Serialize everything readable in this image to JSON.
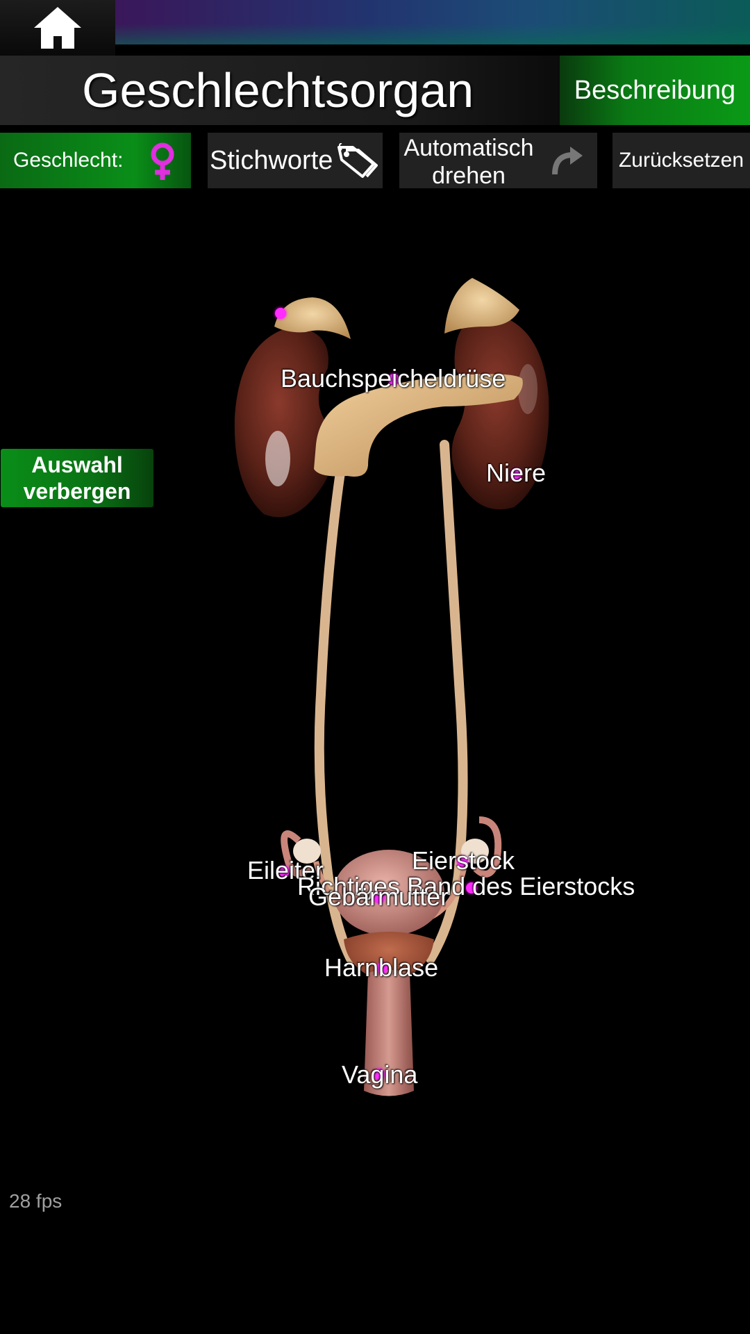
{
  "header": {
    "home_icon": "home-icon",
    "title": "Geschlechtsorgan",
    "description_button": "Beschreibung"
  },
  "toolbar": {
    "gender_label": "Geschlecht:",
    "gender_icon": "female-symbol-icon",
    "gender_icon_color": "#e02ee0",
    "tags_label": "Stichworte",
    "tags_icon": "tag-icon",
    "autorotate_label_line1": "Automatisch",
    "autorotate_label_line2": "drehen",
    "autorotate_icon": "rotate-arrow-icon",
    "reset_label": "Zurücksetzen"
  },
  "side": {
    "hide_selection_line1": "Auswahl",
    "hide_selection_line2": "verbergen"
  },
  "labels": {
    "pancreas": "Bauchspeicheldrüse",
    "kidney": "Niere",
    "oviduct": "Eileiter",
    "ovary": "Eierstock",
    "ovarian_ligament": "Richtiges Band des Eierstocks",
    "uterus": "Gebärmutter",
    "bladder": "Harnblase",
    "vagina": "Vagina"
  },
  "status": {
    "fps": "28 fps"
  },
  "colors": {
    "accent_green": "#0a9a16",
    "marker_magenta": "#ff2cff",
    "kidney": "#5a2218",
    "adrenal": "#d8b07a",
    "ureter": "#d9b58f"
  }
}
